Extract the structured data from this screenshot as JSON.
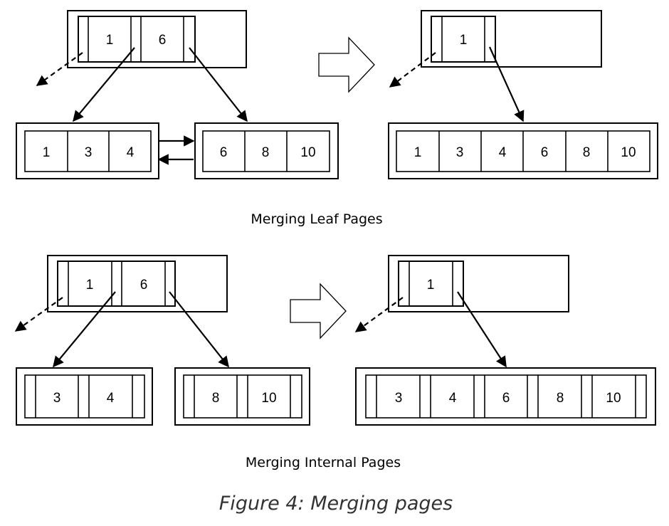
{
  "leaf_merge": {
    "caption": "Merging Leaf Pages",
    "before": {
      "parent_keys": [
        "1",
        "6"
      ],
      "left_child_keys": [
        "1",
        "3",
        "4"
      ],
      "right_child_keys": [
        "6",
        "8",
        "10"
      ]
    },
    "after": {
      "parent_keys": [
        "1"
      ],
      "child_keys": [
        "1",
        "3",
        "4",
        "6",
        "8",
        "10"
      ]
    }
  },
  "internal_merge": {
    "caption": "Merging Internal Pages",
    "before": {
      "parent_keys": [
        "1",
        "6"
      ],
      "left_child_keys": [
        "3",
        "4"
      ],
      "right_child_keys": [
        "8",
        "10"
      ]
    },
    "after": {
      "parent_keys": [
        "1"
      ],
      "child_keys": [
        "3",
        "4",
        "6",
        "8",
        "10"
      ]
    }
  },
  "figure_title": "Figure 4: Merging pages"
}
